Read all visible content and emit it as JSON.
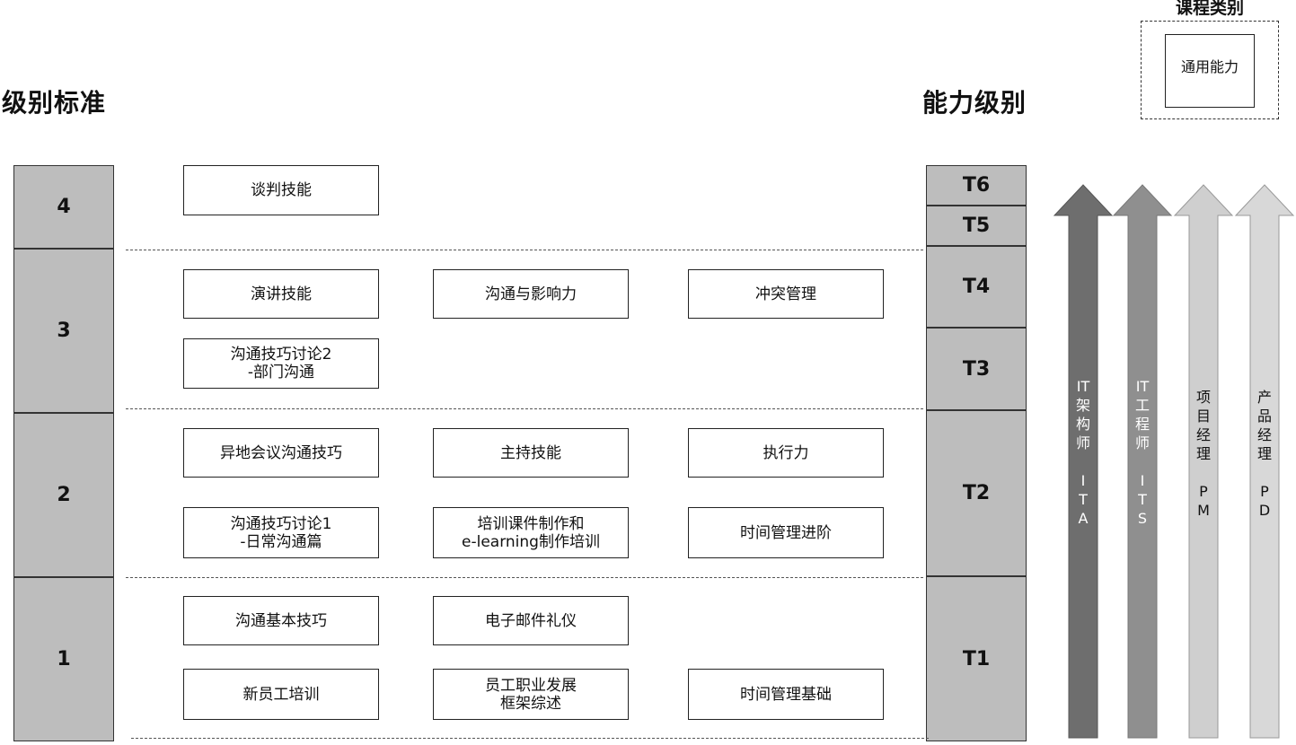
{
  "headings": {
    "level_standard": "级别标准",
    "ability_level": "能力级别"
  },
  "legend": {
    "title": "课程类别",
    "item": "通用能力"
  },
  "levels": [
    "4",
    "3",
    "2",
    "1"
  ],
  "t_levels": [
    "T6",
    "T5",
    "T4",
    "T3",
    "T2",
    "T1"
  ],
  "courses": {
    "level4": [
      "谈判技能"
    ],
    "level3": [
      "演讲技能",
      "沟通与影响力",
      "冲突管理",
      "沟通技巧讨论2\n-部门沟通"
    ],
    "level2": [
      "异地会议沟通技巧",
      "主持技能",
      "执行力",
      "沟通技巧讨论1\n-日常沟通篇",
      "培训课件制作和\ne-learning制作培训",
      "时间管理进阶"
    ],
    "level1": [
      "沟通基本技巧",
      "电子邮件礼仪",
      "新员工培训",
      "员工职业发展\n框架综述",
      "时间管理基础"
    ]
  },
  "tracks": [
    {
      "label": "IT\n架\n构\n师\n\nI\nT\nA",
      "color": "#6e6e6e"
    },
    {
      "label": "IT\n工\n程\n师\n\nI\nT\nS",
      "color": "#8f8f8f"
    },
    {
      "label": "项\n目\n经\n理\n\nP\nM",
      "color": "#cfcfcf"
    },
    {
      "label": "产\n品\n经\n理\n\nP\nD",
      "color": "#d8d8d8"
    }
  ]
}
